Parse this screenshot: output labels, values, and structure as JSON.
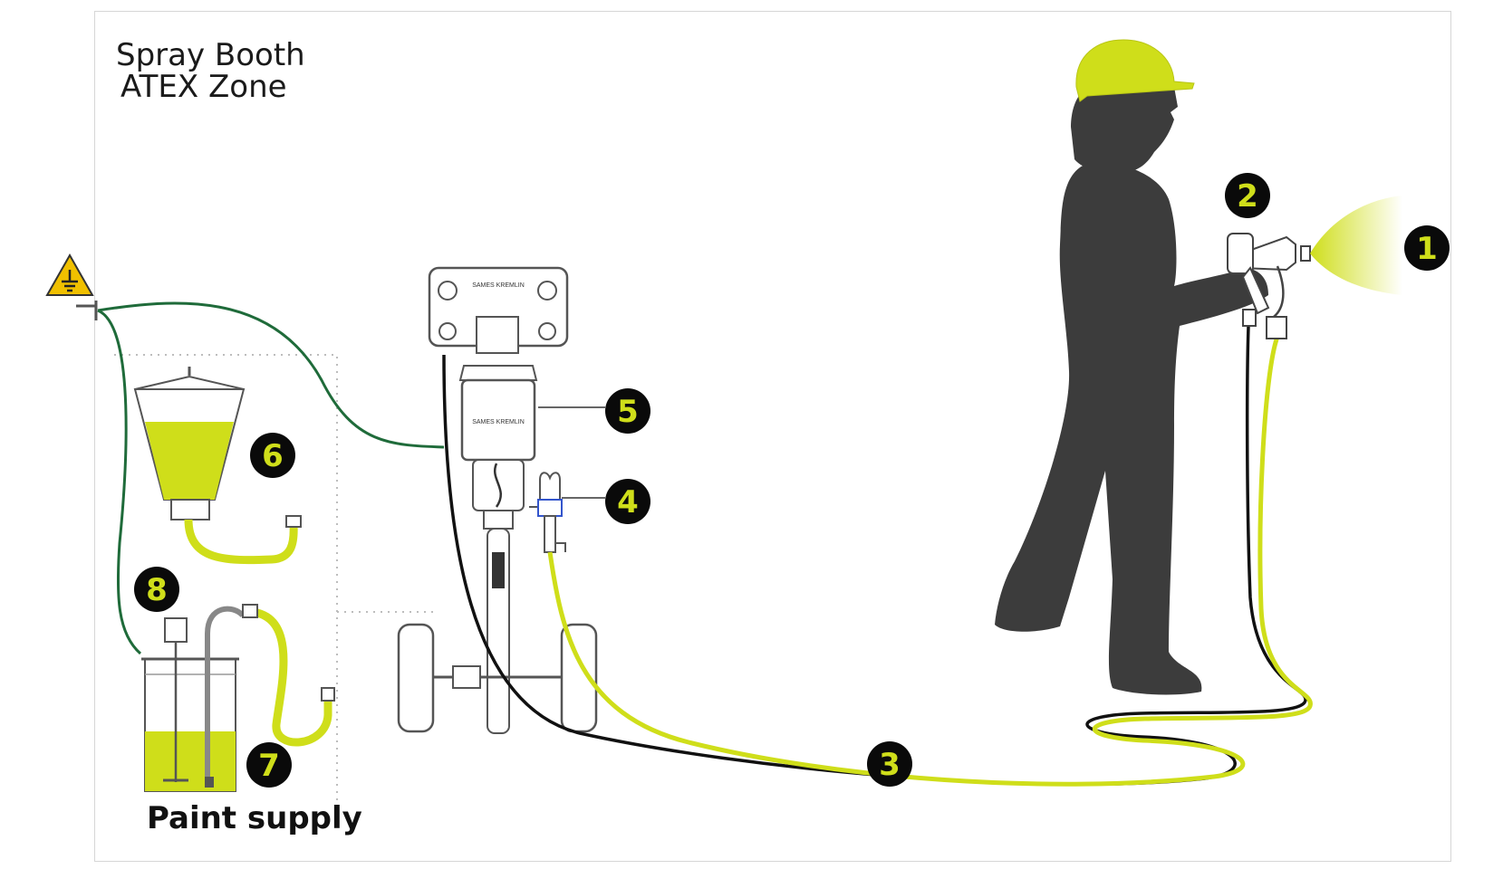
{
  "zone": {
    "line1": "Spray Booth",
    "line2": "ATEX Zone"
  },
  "supply_label": "Paint supply",
  "markers": [
    "1",
    "2",
    "3",
    "4",
    "5",
    "6",
    "7",
    "8"
  ],
  "pump_brand": "SAMES KREMLIN",
  "colors": {
    "accent": "#cfde1a",
    "silhouette": "#3c3c3c",
    "ground_wire": "#1f6b3a",
    "hose_dark": "#111111",
    "badge": "#0a0a0a",
    "warning": "#f0c000"
  },
  "icons": [
    "ground-warning-icon",
    "spray-gun-icon",
    "worker-silhouette",
    "pump-icon",
    "filter-icon",
    "hopper-icon",
    "paint-drum-icon",
    "agitator-icon"
  ]
}
